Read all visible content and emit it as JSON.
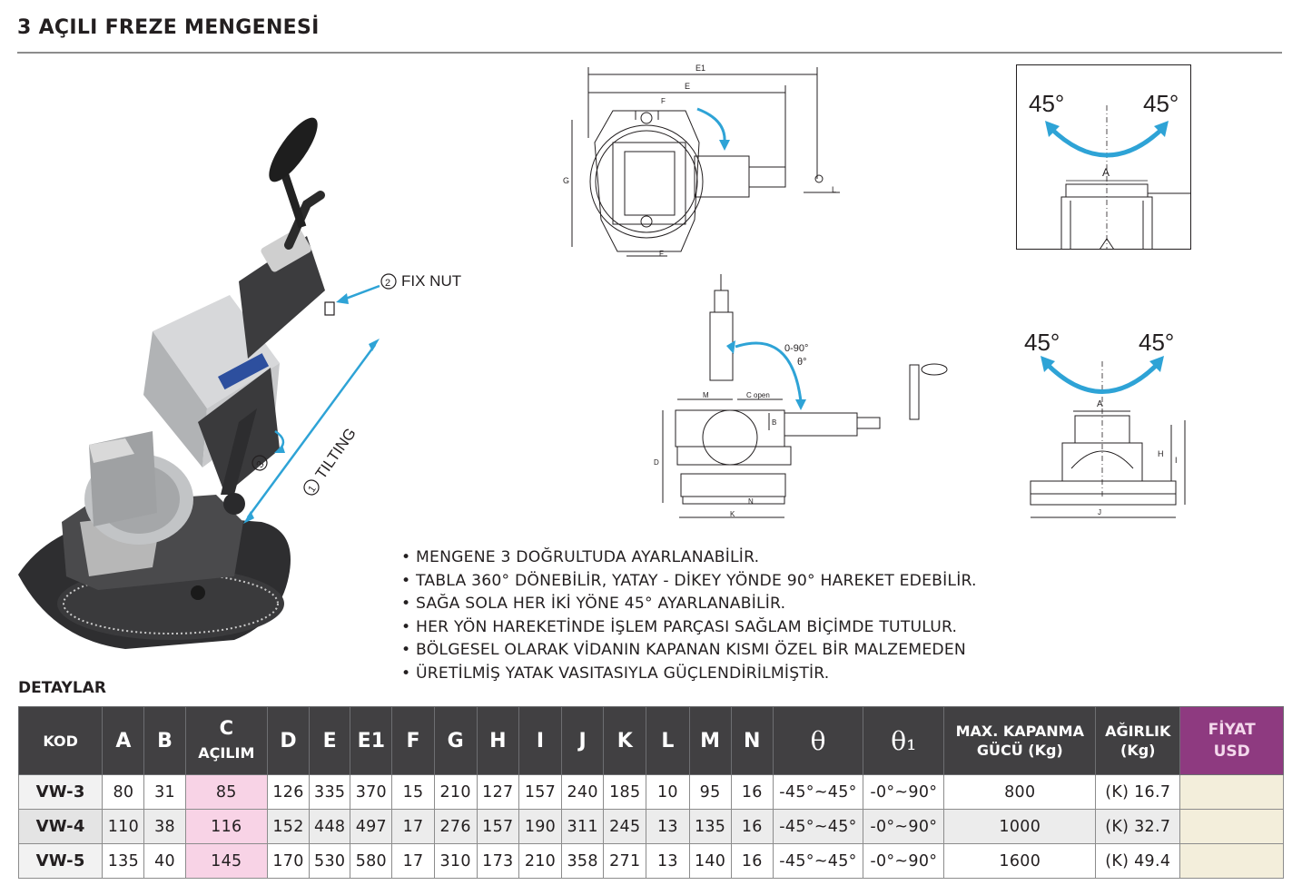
{
  "title": "3 AÇILI FREZE MENGENESİ",
  "photo_labels": {
    "fix_nut": "FIX NUT",
    "fix_nut_num": "2",
    "tilting": "TILTING",
    "tilting_num": "1",
    "third_num": "3"
  },
  "drawing_top": {
    "e1": "E1",
    "e": "E",
    "f": "F",
    "g": "G",
    "l": "L",
    "f2": "F"
  },
  "drawing_side": {
    "angle": "0-90°",
    "theta": "θ°",
    "m": "M",
    "c_open": "C open",
    "b": "B",
    "d": "D",
    "k": "K",
    "n": "N"
  },
  "angle_top": {
    "left": "45°",
    "right": "45°",
    "a": "A"
  },
  "angle_bottom": {
    "left": "45°",
    "right": "45°",
    "a": "A",
    "h": "H",
    "i": "I",
    "j": "J"
  },
  "features": [
    "MENGENE 3 DOĞRULTUDA AYARLANABİLİR.",
    "TABLA 360° DÖNEBİLİR, YATAY - DİKEY YÖNDE 90° HAREKET EDEBİLİR.",
    "SAĞA SOLA HER İKİ YÖNE 45° AYARLANABİLİR.",
    "HER YÖN HAREKETİNDE İŞLEM PARÇASI SAĞLAM BİÇİMDE TUTULUR.",
    "BÖLGESEL OLARAK VİDANIN KAPANAN KISMI ÖZEL BİR MALZEMEDEN",
    "ÜRETİLMİŞ YATAK VASITASIYLA GÜÇLENDİRİLMİŞTİR."
  ],
  "details_title": "DETAYLAR",
  "table": {
    "headers": {
      "kod": "KOD",
      "a": "A",
      "b": "B",
      "c": "C",
      "c_sub": "AÇILIM",
      "d": "D",
      "e": "E",
      "e1": "E1",
      "f": "F",
      "g": "G",
      "h": "H",
      "i": "I",
      "j": "J",
      "k": "K",
      "l": "L",
      "m": "M",
      "n": "N",
      "theta": "θ",
      "theta1": "θ₁",
      "max_l1": "MAX. KAPANMA",
      "max_l2": "GÜCÜ (Kg)",
      "w_l1": "AĞIRLIK",
      "w_l2": "(Kg)",
      "p_l1": "FİYAT",
      "p_l2": "USD"
    },
    "rows": [
      {
        "kod": "VW-3",
        "a": "80",
        "b": "31",
        "c": "85",
        "d": "126",
        "e": "335",
        "e1": "370",
        "f": "15",
        "g": "210",
        "h": "127",
        "i": "157",
        "j": "240",
        "k": "185",
        "l": "10",
        "m": "95",
        "n": "16",
        "theta": "-45°~45°",
        "theta1": "-0°~90°",
        "max": "800",
        "weight": "(K) 16.7",
        "price": ""
      },
      {
        "kod": "VW-4",
        "a": "110",
        "b": "38",
        "c": "116",
        "d": "152",
        "e": "448",
        "e1": "497",
        "f": "17",
        "g": "276",
        "h": "157",
        "i": "190",
        "j": "311",
        "k": "245",
        "l": "13",
        "m": "135",
        "n": "16",
        "theta": "-45°~45°",
        "theta1": "-0°~90°",
        "max": "1000",
        "weight": "(K) 32.7",
        "price": ""
      },
      {
        "kod": "VW-5",
        "a": "135",
        "b": "40",
        "c": "145",
        "d": "170",
        "e": "530",
        "e1": "580",
        "f": "17",
        "g": "310",
        "h": "173",
        "i": "210",
        "j": "358",
        "k": "271",
        "l": "13",
        "m": "140",
        "n": "16",
        "theta": "-45°~45°",
        "theta1": "-0°~90°",
        "max": "1600",
        "weight": "(K) 49.4",
        "price": ""
      }
    ]
  },
  "colors": {
    "arrow": "#2ea3d6",
    "header_bg": "#414042",
    "price_header": "#8e3a80",
    "c_col": "#f8d3e6",
    "price_col": "#f3eedb"
  }
}
